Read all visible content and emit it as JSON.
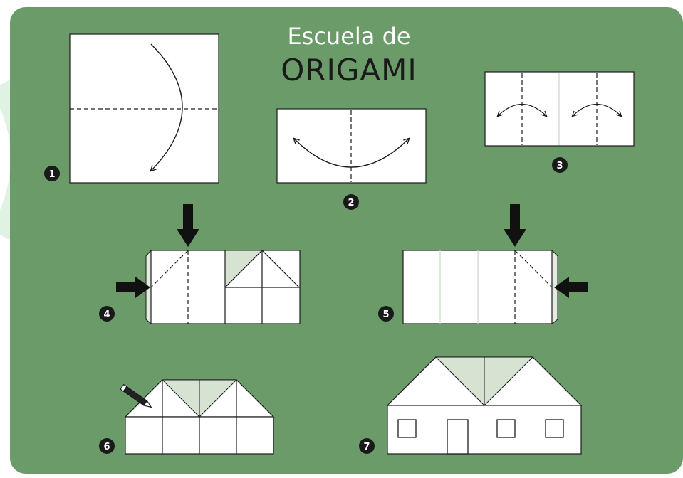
{
  "header": {
    "line1": "Escuela de",
    "line2": "ORIGAMI"
  },
  "steps": [
    {
      "number": "1"
    },
    {
      "number": "2"
    },
    {
      "number": "3"
    },
    {
      "number": "4"
    },
    {
      "number": "5"
    },
    {
      "number": "6"
    },
    {
      "number": "7"
    }
  ],
  "colors": {
    "board": "#6a9b69",
    "paper": "#ffffff",
    "paper_shadow": "#e4ecdf",
    "roof_shade": "#d6e3d2",
    "line": "#1c1c1c",
    "badge": "#1a1a1a",
    "badge_text": "#ffffff",
    "title_text": "#ffffff"
  },
  "icons": [
    "curved-arrow-icon",
    "fold-arrow-icon",
    "push-arrow-icon",
    "pencil-icon"
  ]
}
